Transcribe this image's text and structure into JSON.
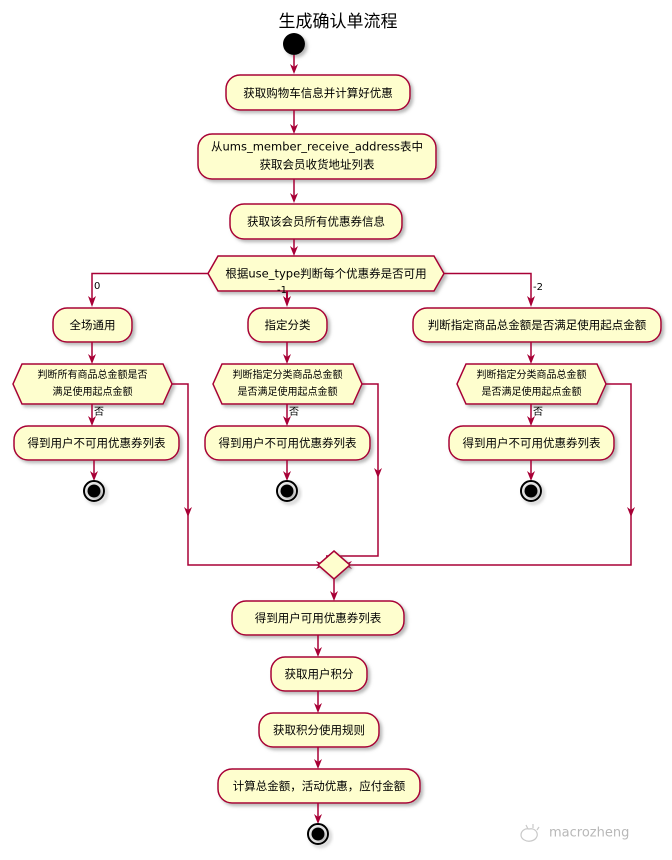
{
  "diagram": {
    "title": "生成确认单流程",
    "type": "uml-activity-diagram",
    "colors": {
      "node_fill": "#FEFECE",
      "node_border": "#A80036",
      "edge": "#A80036",
      "text": "#000000",
      "background": "#FFFFFF",
      "watermark": "#B8B8B8"
    },
    "start_node": {
      "name": "start"
    },
    "nodes": {
      "a1": "获取购物车信息并计算好优惠",
      "a2_line1": "从ums_member_receive_address表中",
      "a2_line2": "获取会员收货地址列表",
      "a3": "获取该会员所有优惠券信息",
      "decision_main": "根据use_type判断每个优惠券是否可用",
      "b0_activity": "全场通用",
      "b0_cond_line1": "判断所有商品总金额是否",
      "b0_cond_line2": "满足使用起点金额",
      "b0_result": "得到用户不可用优惠券列表",
      "b1_activity": "指定分类",
      "b1_cond_line1": "判断指定分类商品总金额",
      "b1_cond_line2": "是否满足使用起点金额",
      "b1_result": "得到用户不可用优惠券列表",
      "b2_activity": "判断指定商品总金额是否满足使用起点金额",
      "b2_cond_line1": "判断指定分类商品总金额",
      "b2_cond_line2": "是否满足使用起点金额",
      "b2_result": "得到用户不可用优惠券列表",
      "c1": "得到用户可用优惠券列表",
      "c2": "获取用户积分",
      "c3": "获取积分使用规则",
      "c4": "计算总金额，活动优惠，应付金额"
    },
    "guards": {
      "branch_0": "0",
      "branch_minus1": "-1",
      "branch_minus2": "-2",
      "no_0": "否",
      "no_1": "否",
      "no_2": "否"
    },
    "end_nodes": [
      {
        "name": "end-branch-0"
      },
      {
        "name": "end-branch-1"
      },
      {
        "name": "end-branch-2"
      },
      {
        "name": "end-final"
      }
    ],
    "merge_node": {
      "name": "merge-diamond"
    }
  },
  "watermark": {
    "label": "macrozheng"
  }
}
